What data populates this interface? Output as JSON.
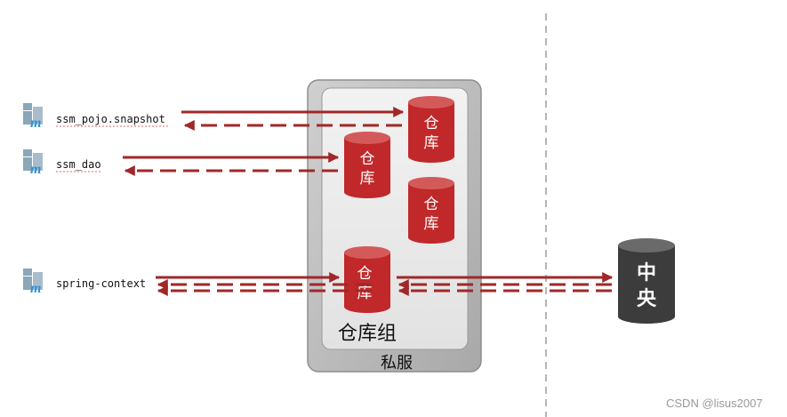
{
  "modules": [
    {
      "id": "m1",
      "name": "ssm_pojo.snapshot"
    },
    {
      "id": "m2",
      "name": "ssm_dao"
    },
    {
      "id": "m3",
      "name": "spring-context"
    }
  ],
  "module_icon": "maven-module-icon",
  "repos": {
    "r1": {
      "label_top": "仓",
      "label_bottom": "库"
    },
    "r2": {
      "label_top": "仓",
      "label_bottom": "库"
    },
    "r3": {
      "label_top": "仓",
      "label_bottom": "库"
    },
    "r4": {
      "label_top": "仓",
      "label_bottom": "库"
    }
  },
  "group_label": "仓库组",
  "private_server_label": "私服",
  "central": {
    "label_top": "中",
    "label_bottom": "央"
  },
  "watermark": "CSDN @lisus2007",
  "colors": {
    "arrow": "#a02828",
    "repo": "#c0282a",
    "central": "#3c3c3c",
    "outer_box": "#bdbdbd",
    "inner_box": "#eaeaea"
  }
}
